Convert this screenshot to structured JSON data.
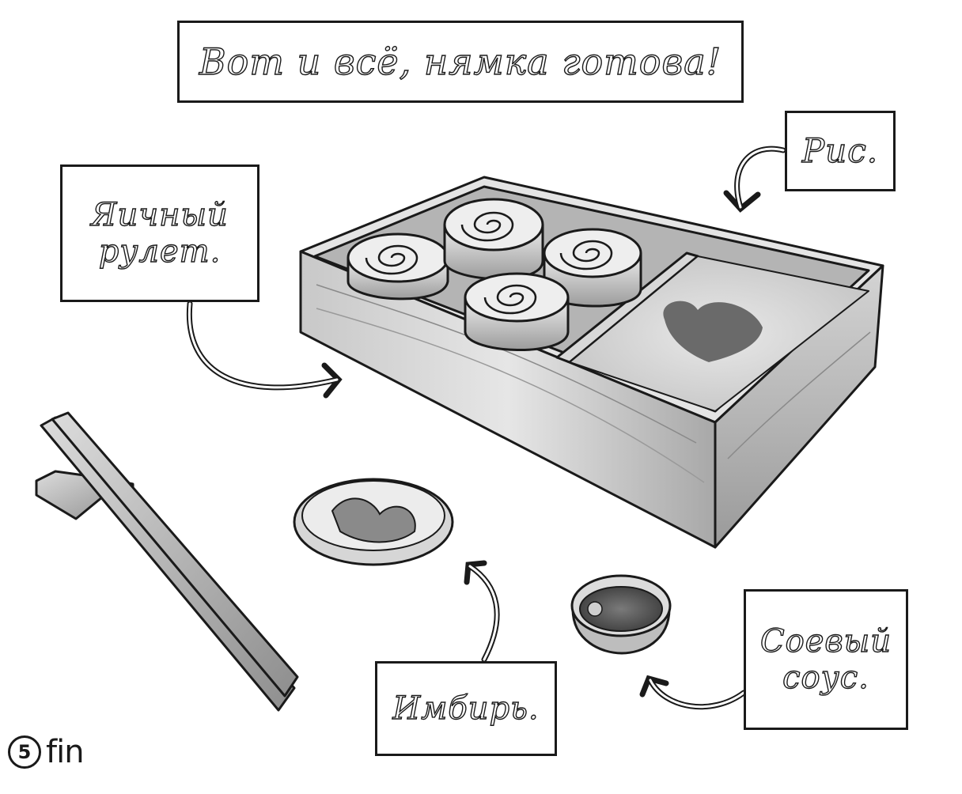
{
  "title": "Вот и всё, нямка готова!",
  "labels": {
    "egg_roll": [
      "Яичный",
      "рулет."
    ],
    "rice": "Рис.",
    "ginger": "Имбирь.",
    "soy_sauce": [
      "Соевый",
      "соус."
    ]
  },
  "signature": {
    "mark": "5",
    "text": "fin"
  },
  "colors": {
    "ink": "#1a1a1a",
    "paper": "#ffffff",
    "wood": "#b8b8b8"
  }
}
